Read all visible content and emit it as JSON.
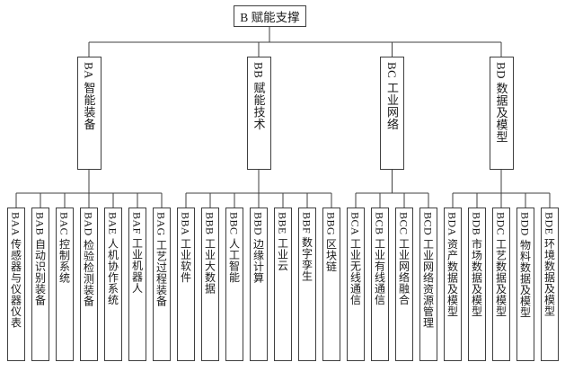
{
  "tree": {
    "root": {
      "label": "B 赋能支撑"
    },
    "branches": [
      {
        "code": "BA",
        "label": "BA 智能装备",
        "leaves": [
          "BAA 传感器与仪器仪表",
          "BAB 自动识别装备",
          "BAC 控制系统",
          "BAD 检验检测装备",
          "BAE 人机协作系统",
          "BAF 工业机器人",
          "BAG 工艺过程装备"
        ]
      },
      {
        "code": "BB",
        "label": "BB 赋能技术",
        "leaves": [
          "BBA 工业软件",
          "BBB 工业大数据",
          "BBC 人工智能",
          "BBD 边缘计算",
          "BBE 工业云",
          "BBF 数字孪生",
          "BBG 区块链"
        ]
      },
      {
        "code": "BC",
        "label": "BC 工业网络",
        "leaves": [
          "BCA 工业无线通信",
          "BCB 工业有线通信",
          "BCC 工业网络融合",
          "BCD 工业网络资源管理"
        ]
      },
      {
        "code": "BD",
        "label": "BD 数据及模型",
        "leaves": [
          "BDA 资产数据及模型",
          "BDB 市场数据及模型",
          "BDC 工艺数据及模型",
          "BDD 物料数据及模型",
          "BDE 环境数据及模型"
        ]
      }
    ]
  },
  "colors": {
    "border": "#3f3f3f",
    "line": "#3f3f3f",
    "text": "#1a1a1a",
    "background": "#ffffff"
  }
}
